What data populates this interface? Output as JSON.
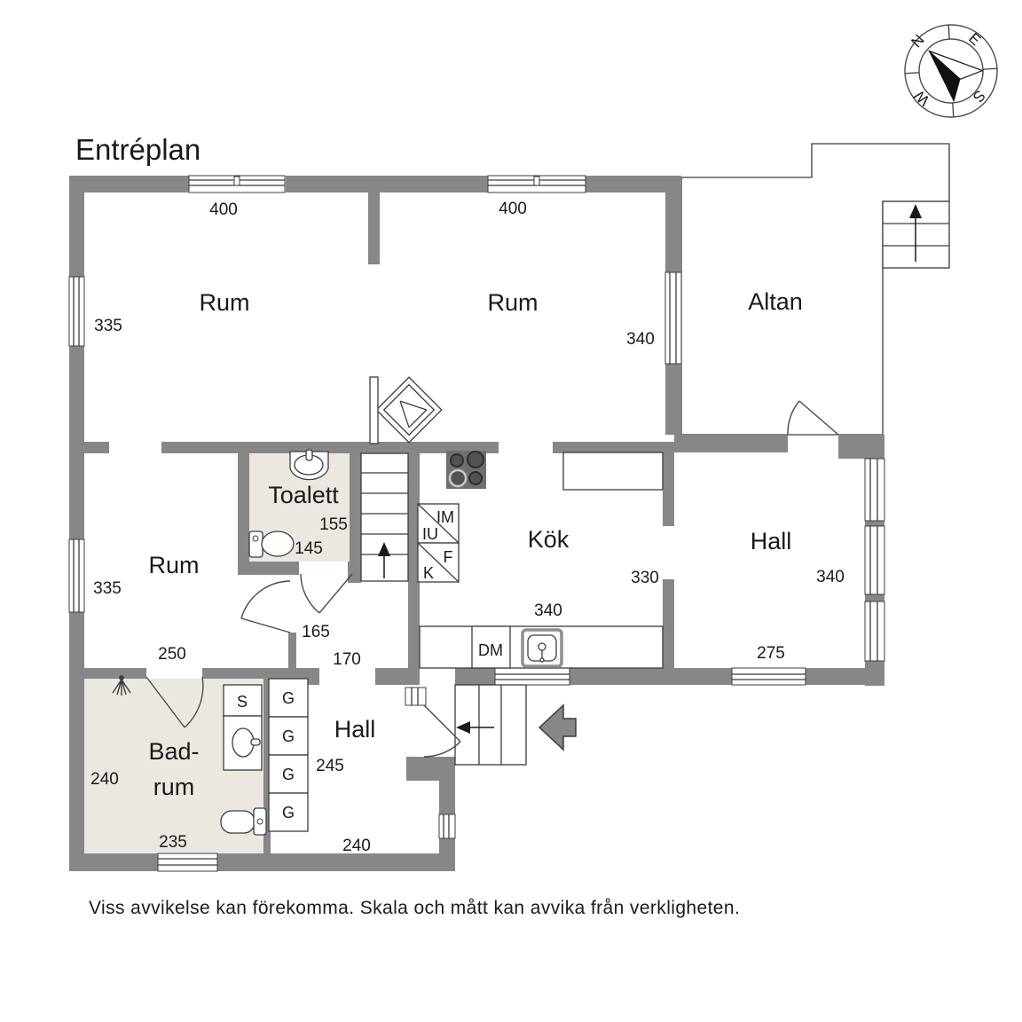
{
  "title": "Entréplan",
  "footer": "Viss avvikelse kan förekomma. Skala och mått kan avvika från verkligheten.",
  "compass": {
    "north": "N",
    "east": "E",
    "south": "S",
    "west": "W"
  },
  "rooms": {
    "rum_top_left": "Rum",
    "rum_top_right": "Rum",
    "rum_left": "Rum",
    "altan": "Altan",
    "toalett": "Toalett",
    "kok": "Kök",
    "hall_right": "Hall",
    "hall_entry": "Hall",
    "badrum_line1": "Bad-",
    "badrum_line2": "rum"
  },
  "dimensions": {
    "rum_top_left_width": "400",
    "rum_top_right_width": "400",
    "rum_top_left_depth": "335",
    "rum_left_depth": "335",
    "rum_top_right_depth": "340",
    "toalett_depth": "155",
    "toalett_width": "145",
    "passage_a": "165",
    "passage_b": "170",
    "kok_depth": "330",
    "kok_width": "340",
    "hall_right_depth": "340",
    "hall_right_width": "275",
    "rum_left_width": "250",
    "badrum_depth": "240",
    "badrum_width": "235",
    "hall_entry_depth": "245",
    "hall_entry_width": "240"
  },
  "appliances": {
    "im": "IM",
    "iu": "IU",
    "fridge": "F",
    "freezer": "K",
    "dishwasher": "DM",
    "cabinet_s": "S",
    "wardrobe_g": "G"
  },
  "colors": {
    "wall": "#878787",
    "floor_accent": "#ece7e0",
    "line": "#3c3c3c",
    "text": "#1a1a1a"
  }
}
